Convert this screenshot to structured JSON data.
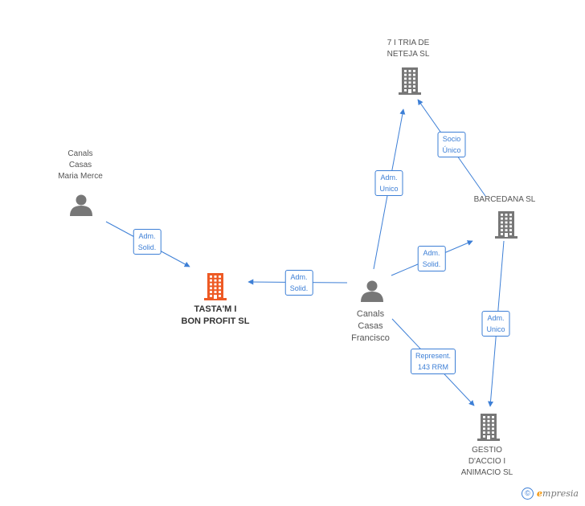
{
  "colors": {
    "edge": "#3d7fd6",
    "company": "#777777",
    "focus_company": "#ee5a24",
    "person": "#777777"
  },
  "nodes": {
    "canals_maria": {
      "type": "person",
      "icon": "person-icon",
      "lines": [
        "Canals",
        "Casas",
        "Maria Merce"
      ]
    },
    "tastam": {
      "type": "company-focus",
      "icon": "building-icon",
      "lines": [
        "TASTA'M I",
        "BON PROFIT SL"
      ]
    },
    "tria": {
      "type": "company",
      "icon": "building-icon",
      "lines": [
        "7 I TRIA DE",
        "NETEJA SL"
      ]
    },
    "barcedana": {
      "type": "company",
      "icon": "building-icon",
      "lines": [
        "BARCEDANA SL"
      ]
    },
    "canals_francisco": {
      "type": "person",
      "icon": "person-icon",
      "lines": [
        "Canals",
        "Casas",
        "Francisco"
      ]
    },
    "gestio": {
      "type": "company",
      "icon": "building-icon",
      "lines": [
        "GESTIO",
        "D'ACCIO I",
        "ANIMACIO  SL"
      ]
    }
  },
  "edges": [
    {
      "from": "canals_maria",
      "to": "tastam",
      "lines": [
        "Adm.",
        "Solid."
      ]
    },
    {
      "from": "canals_francisco",
      "to": "tastam",
      "lines": [
        "Adm.",
        "Solid."
      ]
    },
    {
      "from": "canals_francisco",
      "to": "tria",
      "lines": [
        "Adm.",
        "Unico"
      ]
    },
    {
      "from": "barcedana",
      "to": "tria",
      "lines": [
        "Socio",
        "Único"
      ]
    },
    {
      "from": "canals_francisco",
      "to": "barcedana",
      "lines": [
        "Adm.",
        "Solid."
      ]
    },
    {
      "from": "barcedana",
      "to": "gestio",
      "lines": [
        "Adm.",
        "Unico"
      ]
    },
    {
      "from": "canals_francisco",
      "to": "gestio",
      "lines": [
        "Represent.",
        "143 RRM"
      ]
    }
  ],
  "footer": {
    "copyright_symbol": "©",
    "brand_first": "e",
    "brand_rest": "mpresia"
  }
}
